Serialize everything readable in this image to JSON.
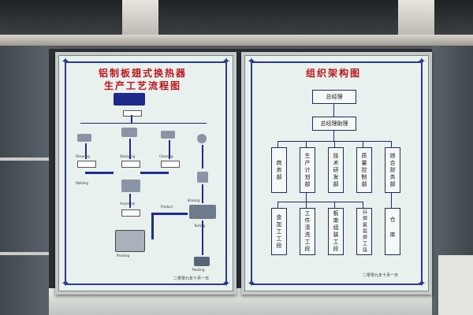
{
  "left_board": {
    "title_line1": "铝制板翅式换热器",
    "title_line2": "生产工艺流程图",
    "date": "二零零九年十月一日",
    "labels": [
      "Shearing",
      "Stamping",
      "Cleaning",
      "Assembly",
      "Welding",
      "Brazing",
      "Product",
      "Testing",
      "Painting",
      "Packing"
    ]
  },
  "right_board": {
    "title": "组织架构图",
    "date": "二零零九年十月一日",
    "top": "总经理",
    "assistant": "总经理助理",
    "departments": [
      "商务部",
      "生产计划部",
      "技术研发部",
      "质量控制部",
      "综合财务部"
    ],
    "workshops": [
      "金加工工段",
      "工件清洗工段",
      "板束组装工段",
      "钎焊氩弧焊工段",
      "仓库"
    ]
  },
  "colors": {
    "title_red": "#c0141b",
    "border_blue": "#2b3a8c",
    "board_bg": "#e8f1ee"
  }
}
